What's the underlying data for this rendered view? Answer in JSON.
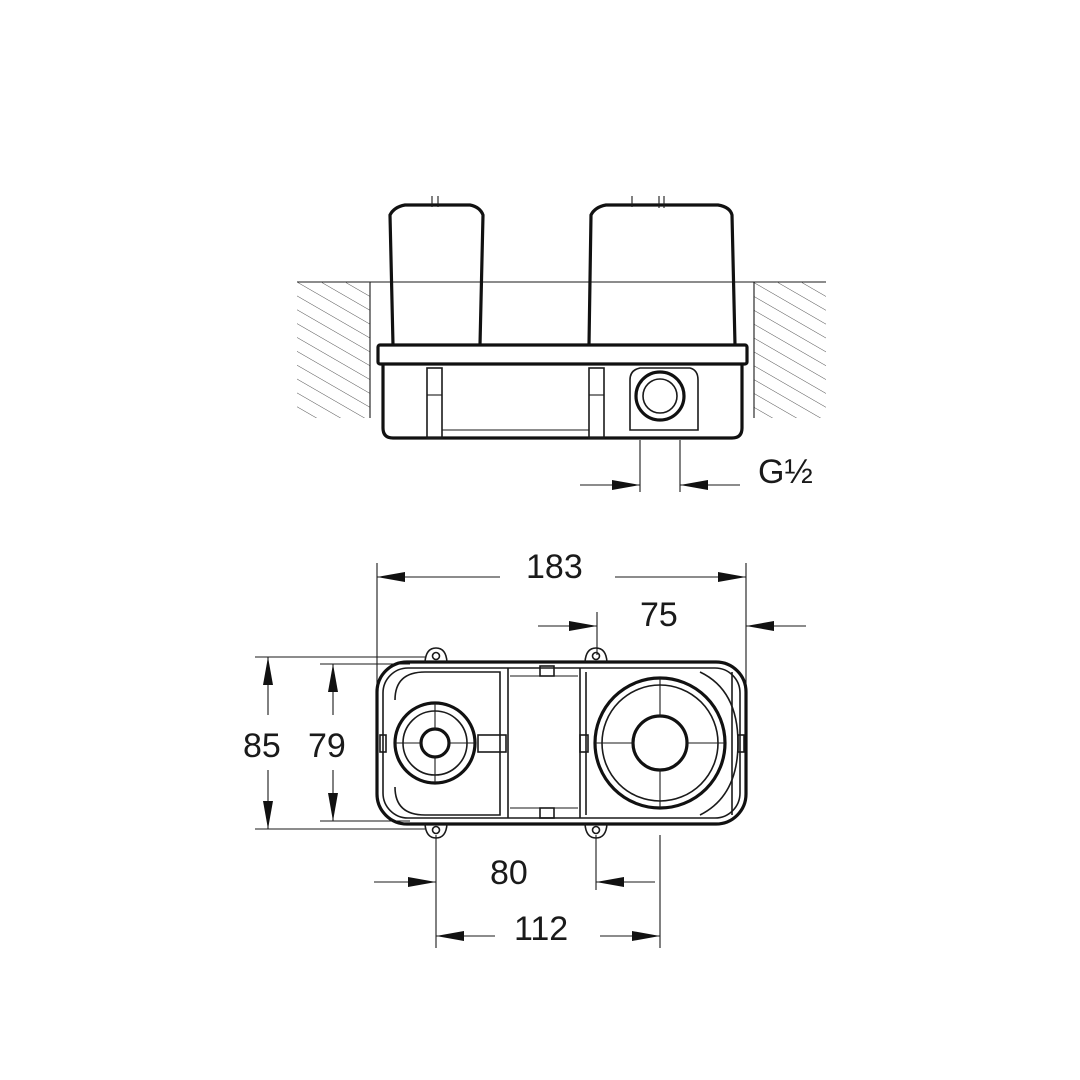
{
  "thread_label": "G½",
  "dimensions": {
    "width_total": "183",
    "offset_right": "75",
    "height_outer": "85",
    "height_inner": "79",
    "spacing_mount": "80",
    "spacing_bottom": "112"
  },
  "colors": {
    "line": "#1a1a1a",
    "background": "#ffffff"
  }
}
